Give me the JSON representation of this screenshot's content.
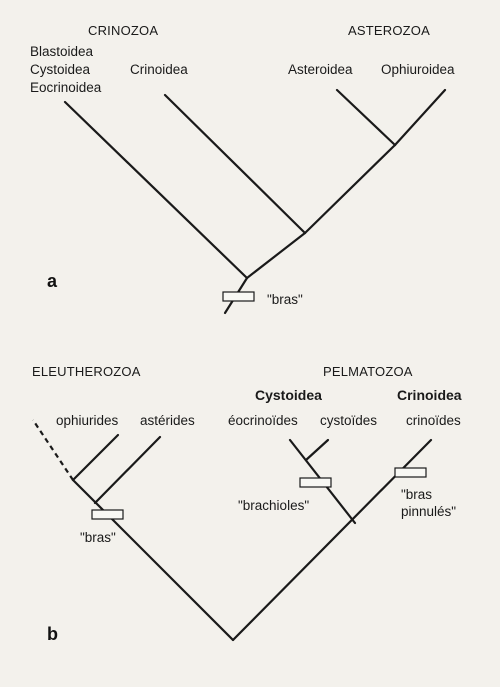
{
  "panel_a": {
    "panel_label": "a",
    "group_crinozoa": "CRINOZOA",
    "group_asterozoa": "ASTEROZOA",
    "taxon_blastoidea": "Blastoidea",
    "taxon_cystoidea": "Cystoidea",
    "taxon_eocrinoidea": "Eocrinoidea",
    "taxon_crinoidea": "Crinoidea",
    "taxon_asteroidea": "Asteroidea",
    "taxon_ophiuroidea": "Ophiuroidea",
    "character_bras": "\"bras\""
  },
  "panel_b": {
    "panel_label": "b",
    "group_eleutherozoa": "ELEUTHEROZOA",
    "group_pelmatozoa": "PELMATOZOA",
    "subgroup_cystoidea": "Cystoidea",
    "subgroup_crinoidea": "Crinoidea",
    "taxon_ophiurides": "ophiurides",
    "taxon_asterides": "astérides",
    "taxon_eocrinoides": "éocrinoïdes",
    "taxon_cystoides": "cystoïdes",
    "taxon_crinoides": "crinoïdes",
    "character_bras": "\"bras\"",
    "character_brachioles": "\"brachioles\"",
    "character_bras_pinnules_line1": "\"bras",
    "character_bras_pinnules_line2": "pinnulés\""
  }
}
